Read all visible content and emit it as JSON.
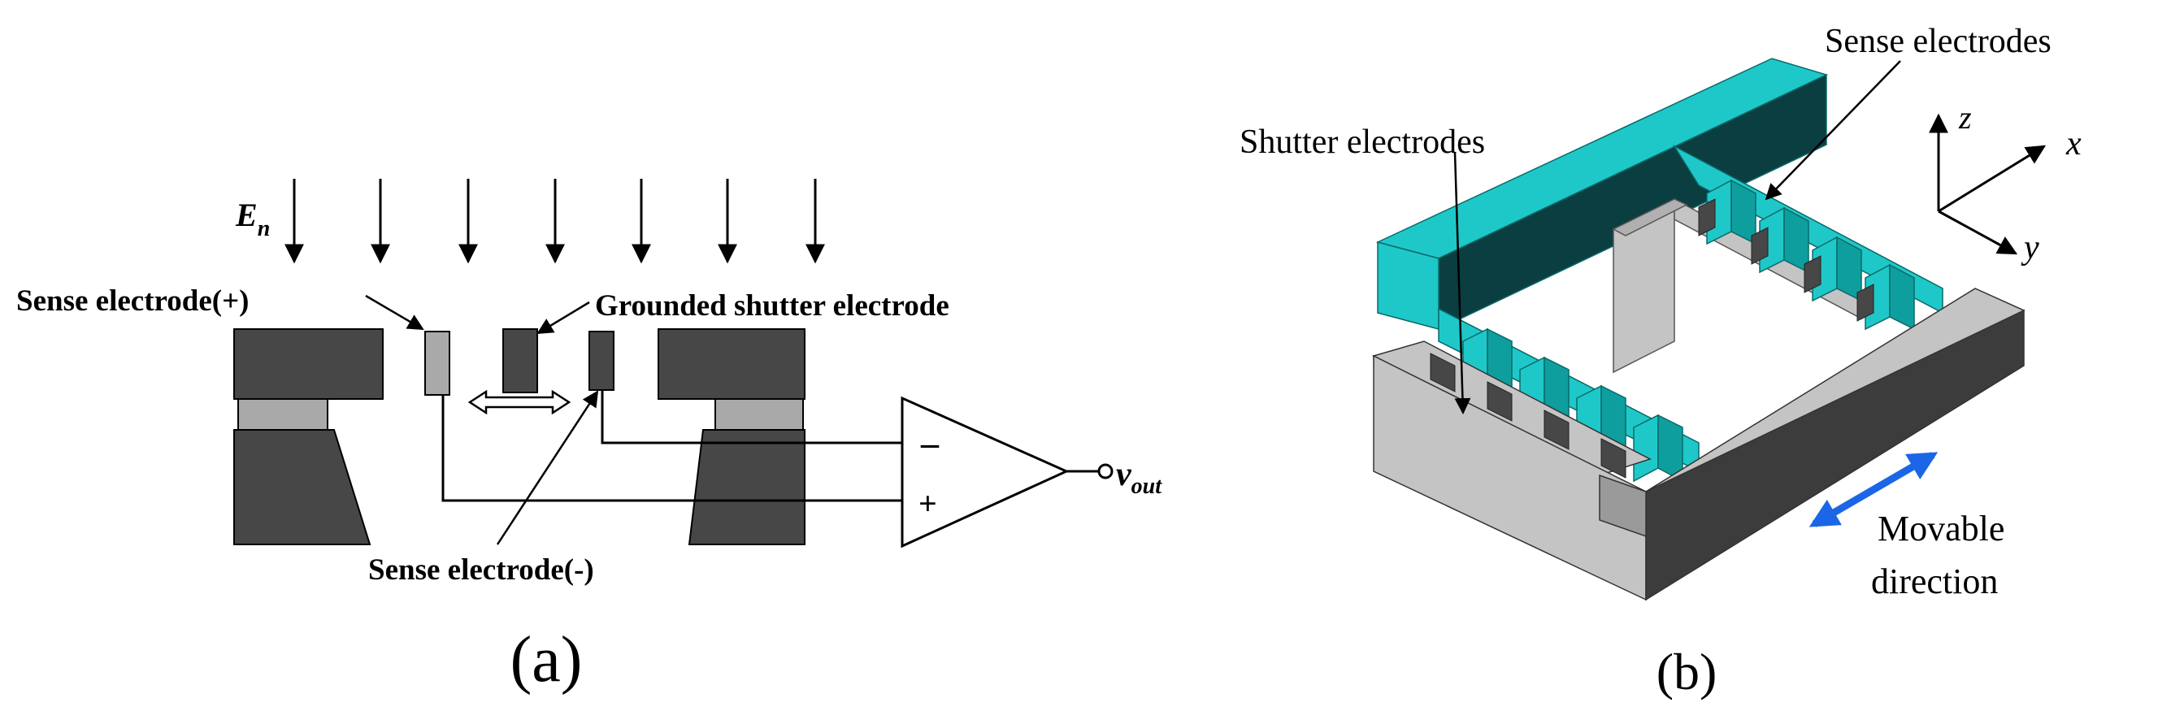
{
  "panel_a": {
    "field_label": "E",
    "field_label_sub": "n",
    "sense_plus_label": "Sense electrode(+)",
    "shutter_label": "Grounded shutter electrode",
    "sense_minus_label": "Sense electrode(-)",
    "amp_minus": "–",
    "amp_plus": "+",
    "output_label": "v",
    "output_label_sub": "out",
    "caption": "(a)"
  },
  "panel_b": {
    "sense_label": "Sense electrodes",
    "shutter_label": "Shutter electrodes",
    "axis_x": "x",
    "axis_y": "y",
    "axis_z": "z",
    "movable_line1": "Movable",
    "movable_line2": "direction",
    "caption": "(b)"
  },
  "colors": {
    "dark": "#474747",
    "light_gray": "#a9a9a9",
    "cyan": "#1fc8c8",
    "cyan_dark": "#0f9e9e",
    "blue_arrow": "#1a66e6",
    "frame_light": "#c4c4c4",
    "frame_dark": "#3c3c3c"
  }
}
